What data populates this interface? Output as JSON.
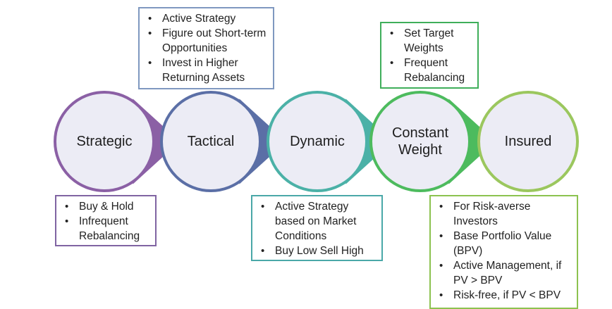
{
  "stages": [
    {
      "name": "Strategic",
      "color": "#8b60a5",
      "label_lines": [
        "Strategic"
      ]
    },
    {
      "name": "Tactical",
      "color": "#5b6fa6",
      "label_lines": [
        "Tactical"
      ]
    },
    {
      "name": "Dynamic",
      "color": "#4bb1a7",
      "label_lines": [
        "Dynamic"
      ]
    },
    {
      "name": "Constant Weight",
      "color": "#4dbb5e",
      "label_lines": [
        "Constant",
        "Weight"
      ]
    },
    {
      "name": "Insured",
      "color": "#9bc75e",
      "label_lines": [
        "Insured"
      ]
    }
  ],
  "notes": {
    "strategic": {
      "border_color": "#8064a2",
      "items": [
        "Buy & Hold",
        "Infrequent Rebalancing"
      ]
    },
    "tactical": {
      "border_color": "#7f98c0",
      "items": [
        "Active Strategy",
        "Figure out Short-term Opportunities",
        "Invest in Higher Returning Assets"
      ]
    },
    "dynamic": {
      "border_color": "#4aa8a8",
      "items": [
        "Active Strategy based on Market Conditions",
        "Buy Low Sell High"
      ]
    },
    "constant_weight": {
      "border_color": "#3fae5a",
      "items": [
        "Set Target Weights",
        "Frequent Rebalancing"
      ]
    },
    "insured": {
      "border_color": "#8cc24f",
      "items": [
        "For Risk-averse Investors",
        "Base Portfolio Value (BPV)",
        "Active Management, if PV > BPV",
        "Risk-free, if PV < BPV"
      ]
    }
  }
}
